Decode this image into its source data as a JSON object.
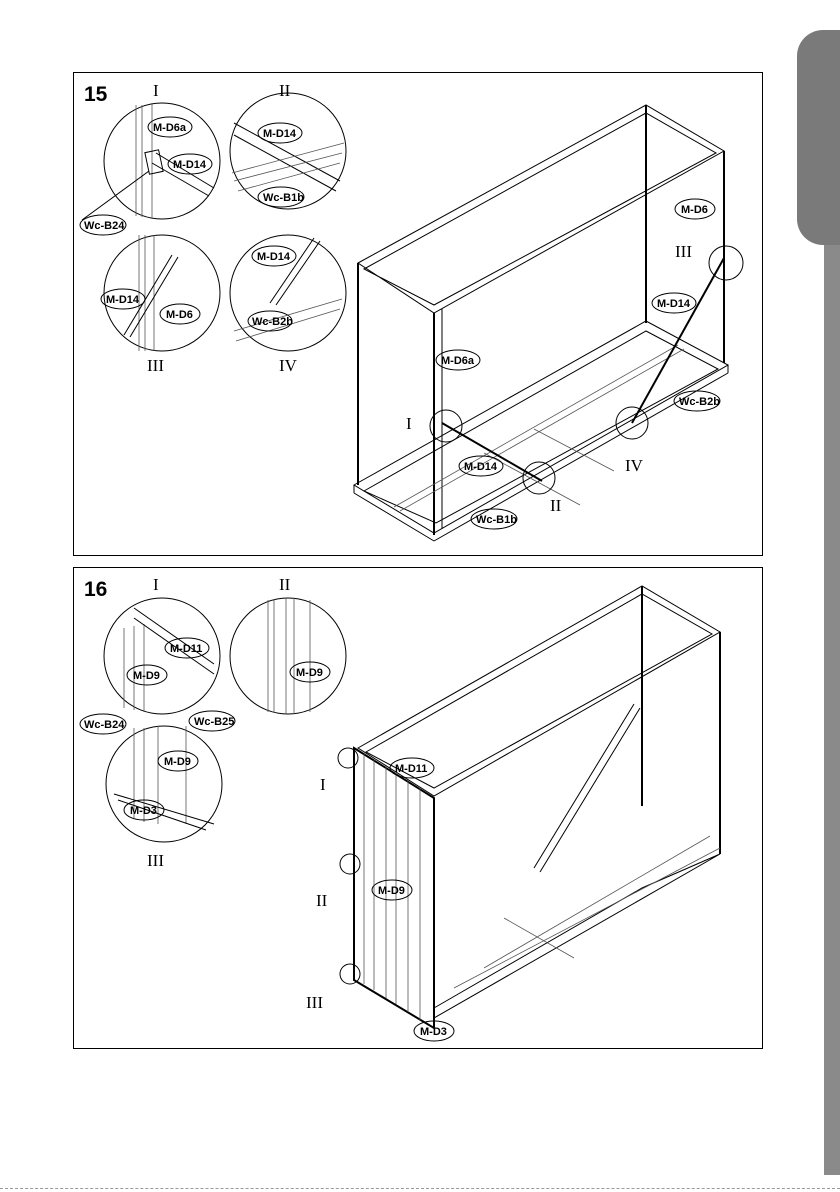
{
  "steps": [
    {
      "number": "15",
      "detail_numerals": [
        "I",
        "II",
        "III",
        "IV"
      ],
      "parts": {
        "d6a": "M-D6a",
        "d14": "M-D14",
        "b24": "Wc-B24",
        "b1b": "Wc-B1b",
        "d6": "M-D6",
        "b2b": "Wc-B2b"
      }
    },
    {
      "number": "16",
      "detail_numerals": [
        "I",
        "II",
        "III"
      ],
      "parts": {
        "d11": "M-D11",
        "d9": "M-D9",
        "b24": "Wc-B24",
        "b25": "Wc-B25",
        "d3": "M-D3"
      }
    }
  ]
}
